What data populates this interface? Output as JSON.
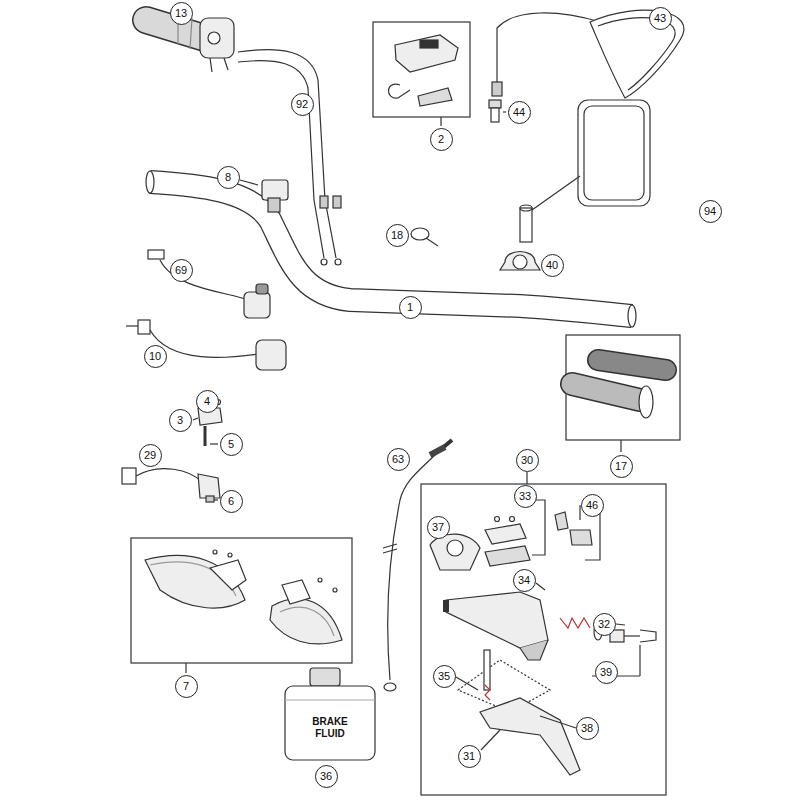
{
  "diagram": {
    "labels": [
      "13",
      "43",
      "92",
      "2",
      "44",
      "8",
      "94",
      "18",
      "40",
      "69",
      "1",
      "10",
      "4",
      "3",
      "5",
      "63",
      "30",
      "29",
      "17",
      "33",
      "6",
      "46",
      "37",
      "34",
      "32",
      "39",
      "35",
      "7",
      "38",
      "31",
      "BRAKE FLUID",
      "36"
    ]
  }
}
